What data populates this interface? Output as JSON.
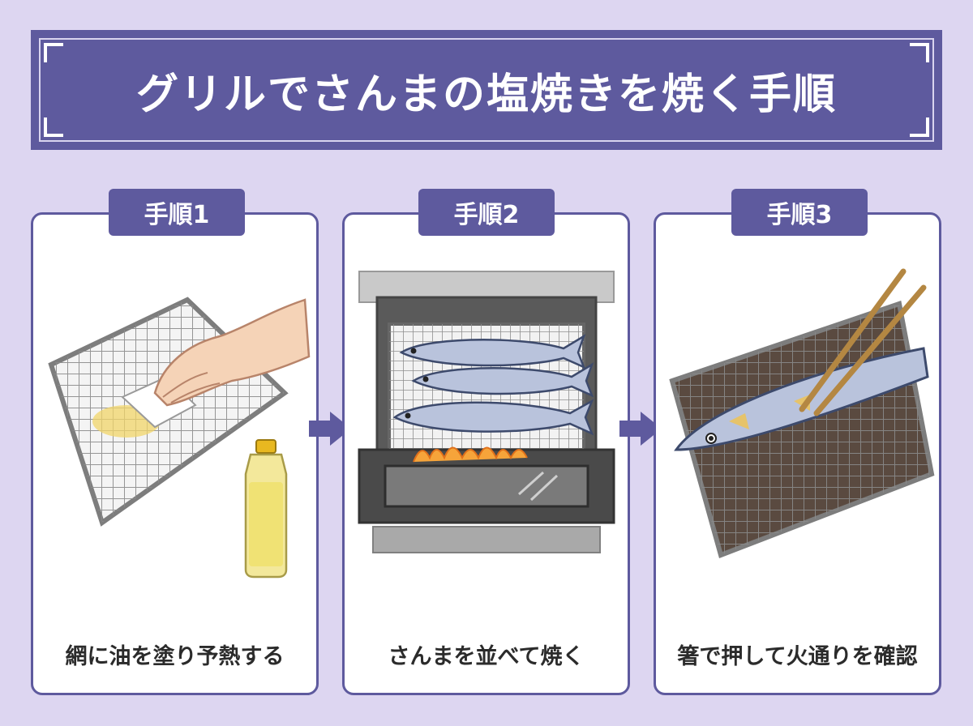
{
  "title": "グリルでさんまの塩焼きを焼く手順",
  "colors": {
    "accent": "#5e5a9e",
    "background": "#ddd6f1",
    "panel": "#ffffff"
  },
  "steps": [
    {
      "label": "手順1",
      "caption": "網に油を塗り予熱する",
      "icons": [
        "grill-rack-icon",
        "hand-icon",
        "paper-towel-icon",
        "oil-bottle-icon"
      ]
    },
    {
      "label": "手順2",
      "caption": "さんまを並べて焼く",
      "icons": [
        "fish-grill-drawer-icon",
        "saury-fish-icon",
        "flame-icon"
      ]
    },
    {
      "label": "手順3",
      "caption": "箸で押して火通りを確認",
      "icons": [
        "grill-rack-icon",
        "saury-fish-icon",
        "chopsticks-icon"
      ]
    }
  ],
  "arrows": [
    "right-arrow-icon",
    "right-arrow-icon"
  ]
}
